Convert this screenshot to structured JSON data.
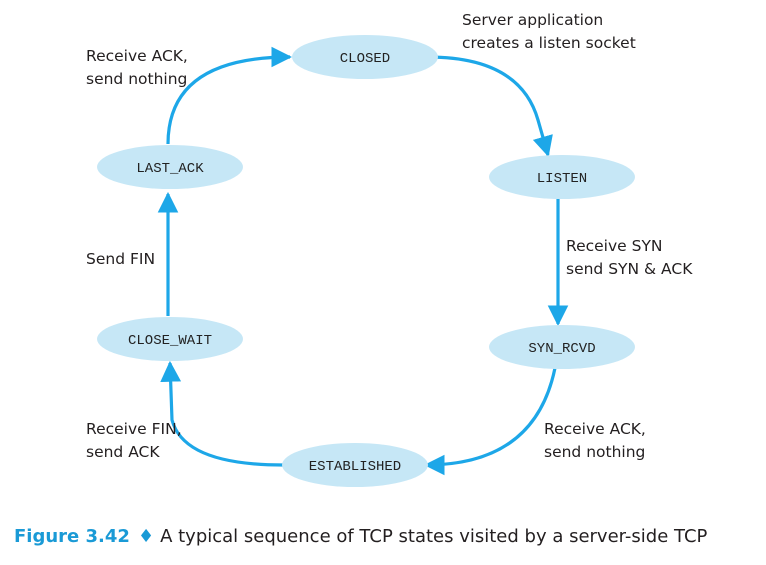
{
  "colors": {
    "state_fill": "#c6e7f6",
    "arrow": "#1da7e8",
    "text": "#231f20",
    "accent": "#1a9ad6"
  },
  "states": {
    "closed": "CLOSED",
    "listen": "LISTEN",
    "syn_rcvd": "SYN_RCVD",
    "established": "ESTABLISHED",
    "close_wait": "CLOSE_WAIT",
    "last_ack": "LAST_ACK"
  },
  "transitions": {
    "closed_to_listen": [
      "Server application",
      "creates a listen socket"
    ],
    "listen_to_syn_rcvd": [
      "Receive SYN",
      "send SYN & ACK"
    ],
    "syn_rcvd_to_established": [
      "Receive ACK,",
      "send nothing"
    ],
    "established_to_close_wait": [
      "Receive FIN,",
      "send ACK"
    ],
    "close_wait_to_last_ack": [
      "Send FIN"
    ],
    "last_ack_to_closed": [
      "Receive ACK,",
      "send nothing"
    ]
  },
  "caption": {
    "figure_label": "Figure 3.42",
    "diamond": "♦",
    "text": "A typical sequence of TCP states visited by a server-side TCP"
  }
}
